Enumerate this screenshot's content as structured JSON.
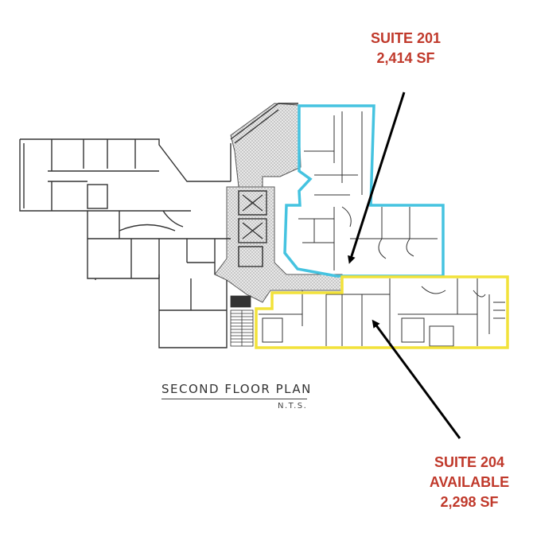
{
  "suite_201": {
    "name": "SUITE 201",
    "area": "2,414 SF",
    "outline_color": "#45c3e0"
  },
  "suite_204": {
    "name": "SUITE 204",
    "status": "AVAILABLE",
    "area": "2,298 SF",
    "outline_color": "#f2e23a"
  },
  "plan": {
    "title": "SECOND FLOOR PLAN",
    "scale_note": "N.T.S."
  },
  "colors": {
    "callout_text": "#c0392b",
    "walls": "#333333",
    "hatch": "#9a9a9a",
    "arrow": "#000000"
  }
}
